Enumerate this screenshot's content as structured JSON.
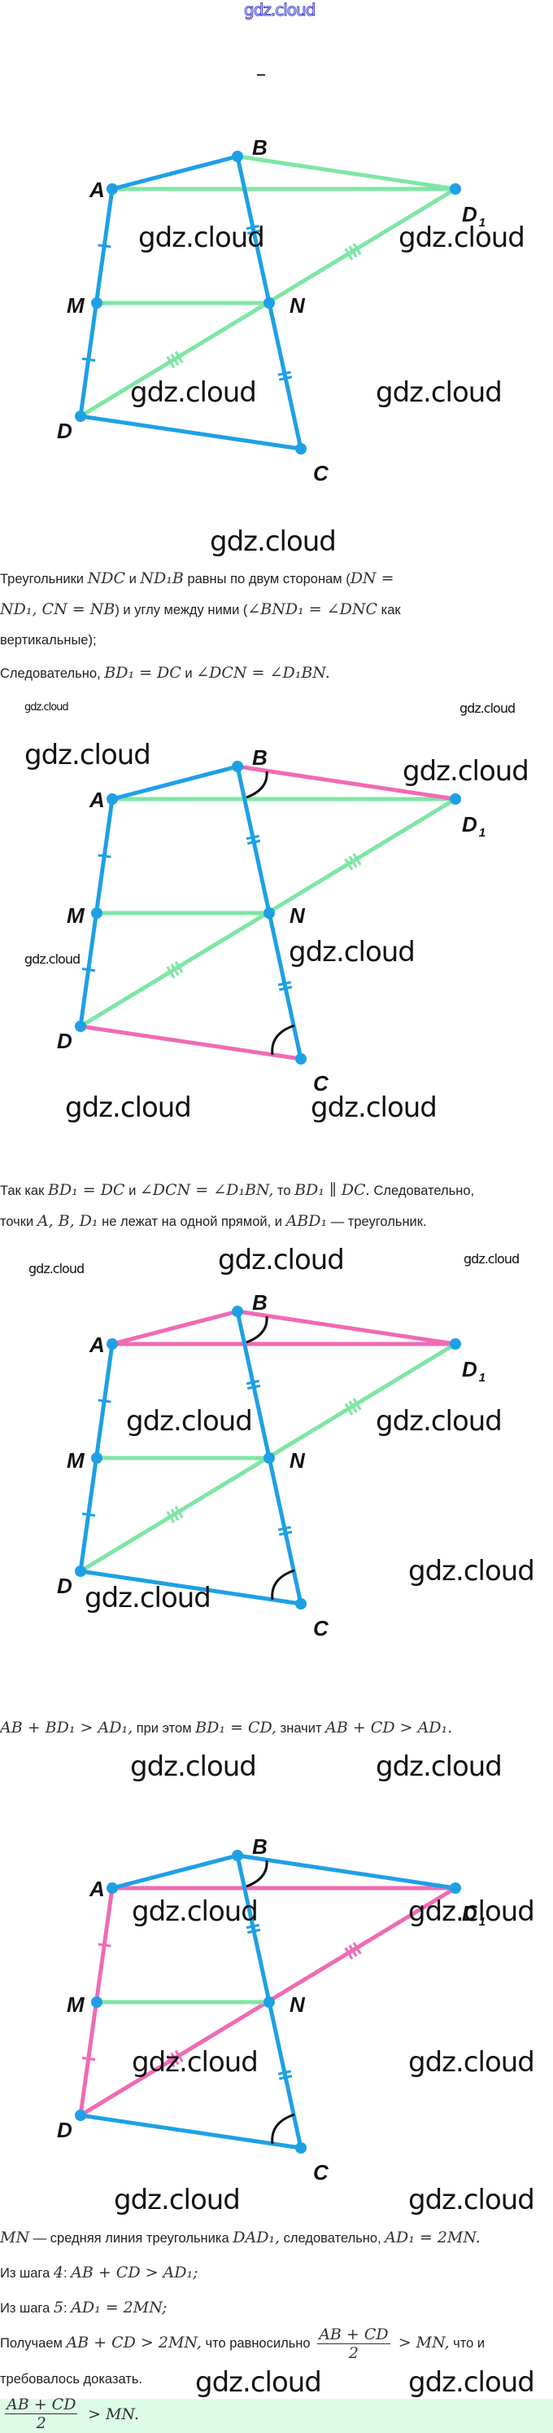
{
  "header": {
    "logo": "gdz.cloud",
    "separator": "–"
  },
  "watermark": "gdz.cloud",
  "colors": {
    "blue": "#1ea0e6",
    "green": "#7ee6a4",
    "pink": "#f06ab4",
    "answer_bg": "#dcfce8"
  },
  "labels": {
    "A": "A",
    "B": "B",
    "D1": "D",
    "D1_sub": "1",
    "M": "M",
    "N": "N",
    "D": "D",
    "C": "C"
  },
  "paragraphs": [
    {
      "lines": [
        [
          [
            "t",
            "Треугольники "
          ],
          [
            "m",
            "NDC"
          ],
          [
            "t",
            " и "
          ],
          [
            "m",
            "ND₁B"
          ],
          [
            "t",
            " равны по двум сторонам ("
          ],
          [
            "m",
            "DN ="
          ]
        ],
        [
          [
            "m",
            "ND₁, CN = NB"
          ],
          [
            "t",
            ") и углу между ними ("
          ],
          [
            "m",
            "∠BND₁ = ∠DNC"
          ],
          [
            "t",
            " как"
          ]
        ],
        [
          [
            "t",
            "вертикальные);"
          ]
        ]
      ]
    },
    {
      "lines": [
        [
          [
            "t",
            "Следовательно, "
          ],
          [
            "m",
            "BD₁ = DC"
          ],
          [
            "t",
            " и "
          ],
          [
            "m",
            "∠DCN = ∠D₁BN."
          ]
        ]
      ]
    },
    {
      "lines": [
        [
          [
            "t",
            "Так как "
          ],
          [
            "m",
            "BD₁ = DC"
          ],
          [
            "t",
            " и "
          ],
          [
            "m",
            "∠DCN = ∠D₁BN,"
          ],
          [
            "t",
            " то "
          ],
          [
            "m",
            "BD₁ ∥ DC."
          ],
          [
            "t",
            " Следовательно,"
          ]
        ],
        [
          [
            "t",
            "точки "
          ],
          [
            "m",
            "A, B, D₁"
          ],
          [
            "t",
            " не лежат на одной прямой, и "
          ],
          [
            "m",
            "ABD₁"
          ],
          [
            "t",
            " — треугольник."
          ]
        ]
      ]
    },
    {
      "lines": [
        [
          [
            "m",
            "AB + BD₁ > AD₁,"
          ],
          [
            "t",
            " при этом "
          ],
          [
            "m",
            "BD₁ = CD,"
          ],
          [
            "t",
            " значит "
          ],
          [
            "m",
            "AB + CD > AD₁."
          ]
        ]
      ]
    },
    {
      "lines": [
        [
          [
            "m",
            "MN"
          ],
          [
            "t",
            " — средняя линия треугольника "
          ],
          [
            "m",
            "DAD₁,"
          ],
          [
            "t",
            " следовательно, "
          ],
          [
            "m",
            "AD₁ = 2MN."
          ]
        ],
        [
          [
            "t",
            "Из шага "
          ],
          [
            "m",
            "4"
          ],
          [
            "t",
            ": "
          ],
          [
            "m",
            "AB + CD > AD₁;"
          ]
        ],
        [
          [
            "t",
            "Из шага "
          ],
          [
            "m",
            "5"
          ],
          [
            "t",
            ": "
          ],
          [
            "m",
            "AD₁ = 2MN;"
          ]
        ],
        [
          [
            "t",
            "Получаем "
          ],
          [
            "m",
            "AB + CD > 2MN,"
          ],
          [
            "t",
            " что равносильно "
          ],
          [
            "f",
            "AB + CD",
            "2"
          ],
          [
            "m",
            " > MN,"
          ],
          [
            "t",
            " что и"
          ]
        ],
        [
          [
            "t",
            "требовалось доказать."
          ]
        ]
      ]
    }
  ],
  "answer": {
    "numerator": "AB + CD",
    "denominator": "2",
    "rest": "> MN."
  }
}
